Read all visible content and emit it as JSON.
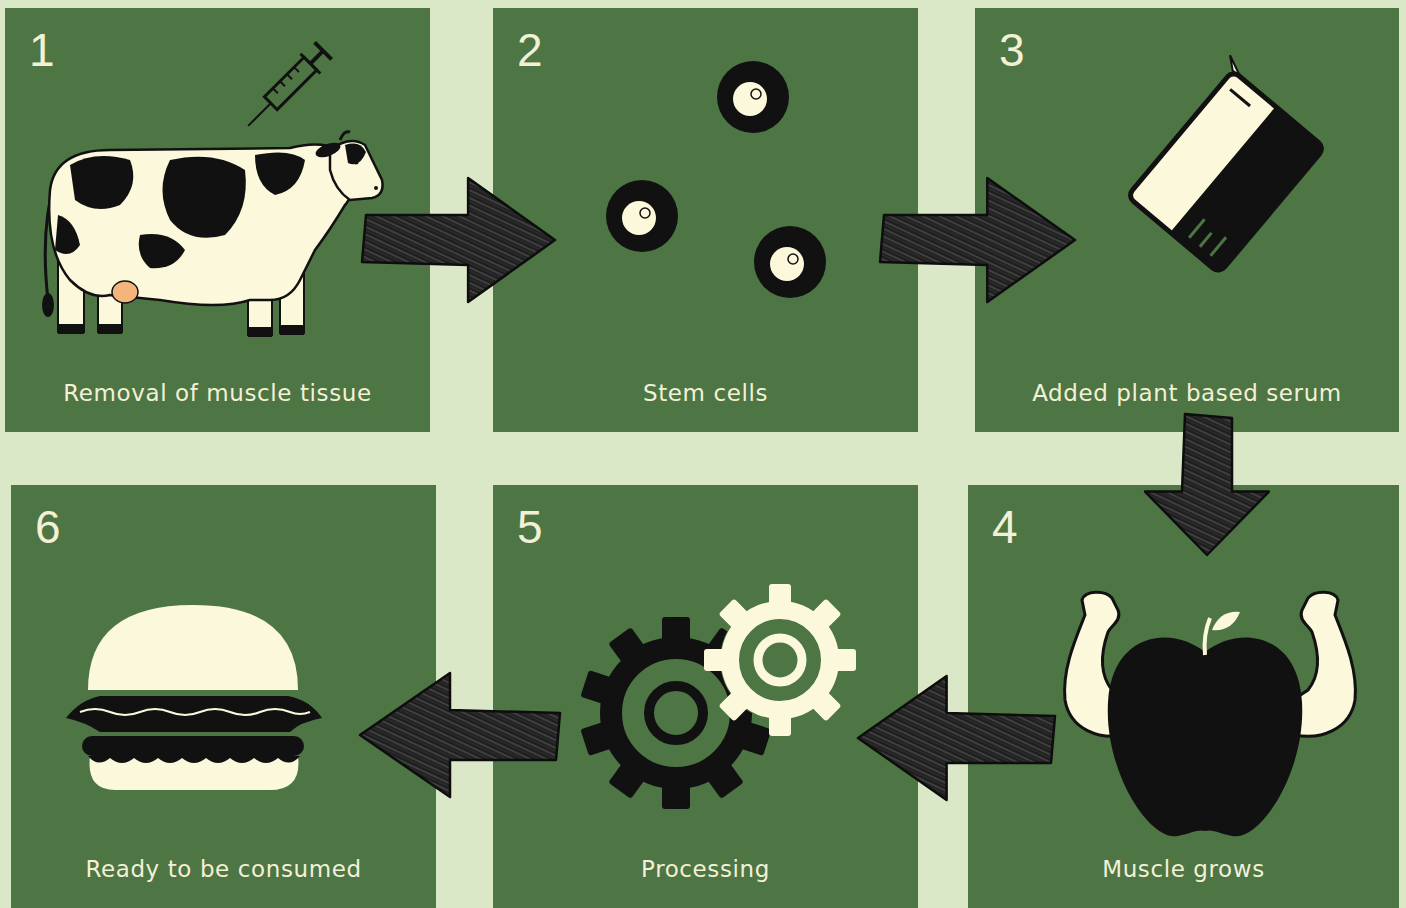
{
  "diagram": {
    "nodes": [
      {
        "text": [
          "1",
          "Removal of muscle tissue"
        ]
      },
      {
        "text": [
          "2",
          "Stem cells"
        ]
      },
      {
        "text": [
          "3",
          "Added plant based serum"
        ]
      },
      {
        "text": [
          "4",
          "Muscle grows"
        ]
      },
      {
        "text": [
          "5",
          "Processing"
        ]
      },
      {
        "text": [
          "6",
          "Ready to be consumed"
        ]
      }
    ],
    "edges": [
      {
        "from": 0,
        "to": 1,
        "arrow": "to"
      },
      {
        "from": 1,
        "to": 2,
        "arrow": "to"
      },
      {
        "from": 2,
        "to": 3,
        "arrow": "to"
      },
      {
        "from": 3,
        "to": 4,
        "arrow": "to"
      },
      {
        "from": 4,
        "to": 5,
        "arrow": "to"
      }
    ]
  }
}
